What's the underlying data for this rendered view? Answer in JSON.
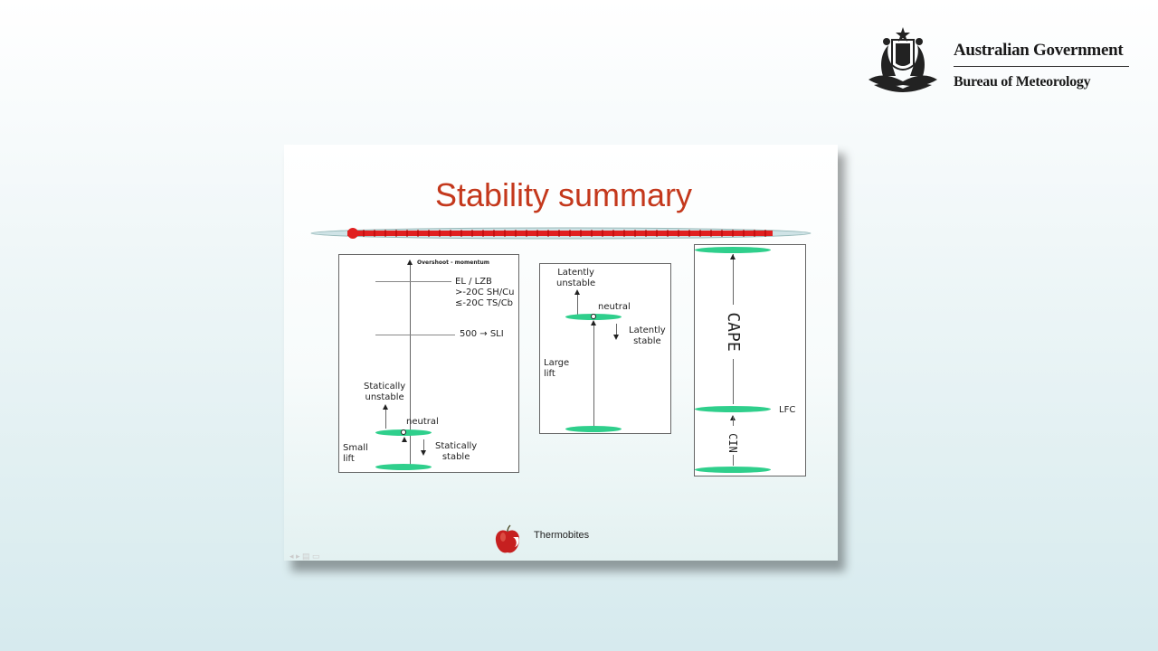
{
  "header": {
    "government": "Australian Government",
    "agency": "Bureau of Meteorology",
    "crest_icon": "coat-of-arms-icon"
  },
  "slide": {
    "title": "Stability summary",
    "footer_label": "Thermobites",
    "footer_icon": "apple-icon",
    "thermometer_icon": "thermometer-icon",
    "colors": {
      "title": "#c4381c",
      "disk": "#2fcf8c",
      "mercury": "#e02020"
    }
  },
  "panel1": {
    "overshoot": "Overshoot - momentum",
    "el_lzb": "EL / LZB",
    "sh_cu": ">-20C SH/Cu",
    "ts_cb": "≤-20C TS/Cb",
    "sli": "500 → SLI",
    "statically_unstable": [
      "Statically",
      "unstable"
    ],
    "neutral": "neutral",
    "small_lift": [
      "Small",
      "lift"
    ],
    "statically_stable": [
      "Statically",
      "stable"
    ]
  },
  "panel2": {
    "latently_unstable": [
      "Latently",
      "unstable"
    ],
    "neutral": "neutral",
    "latently_stable": [
      "Latently",
      "stable"
    ],
    "large_lift": [
      "Large",
      "lift"
    ]
  },
  "panel3": {
    "cape": "CAPE",
    "lfc": "LFC",
    "cin": "CIN"
  }
}
